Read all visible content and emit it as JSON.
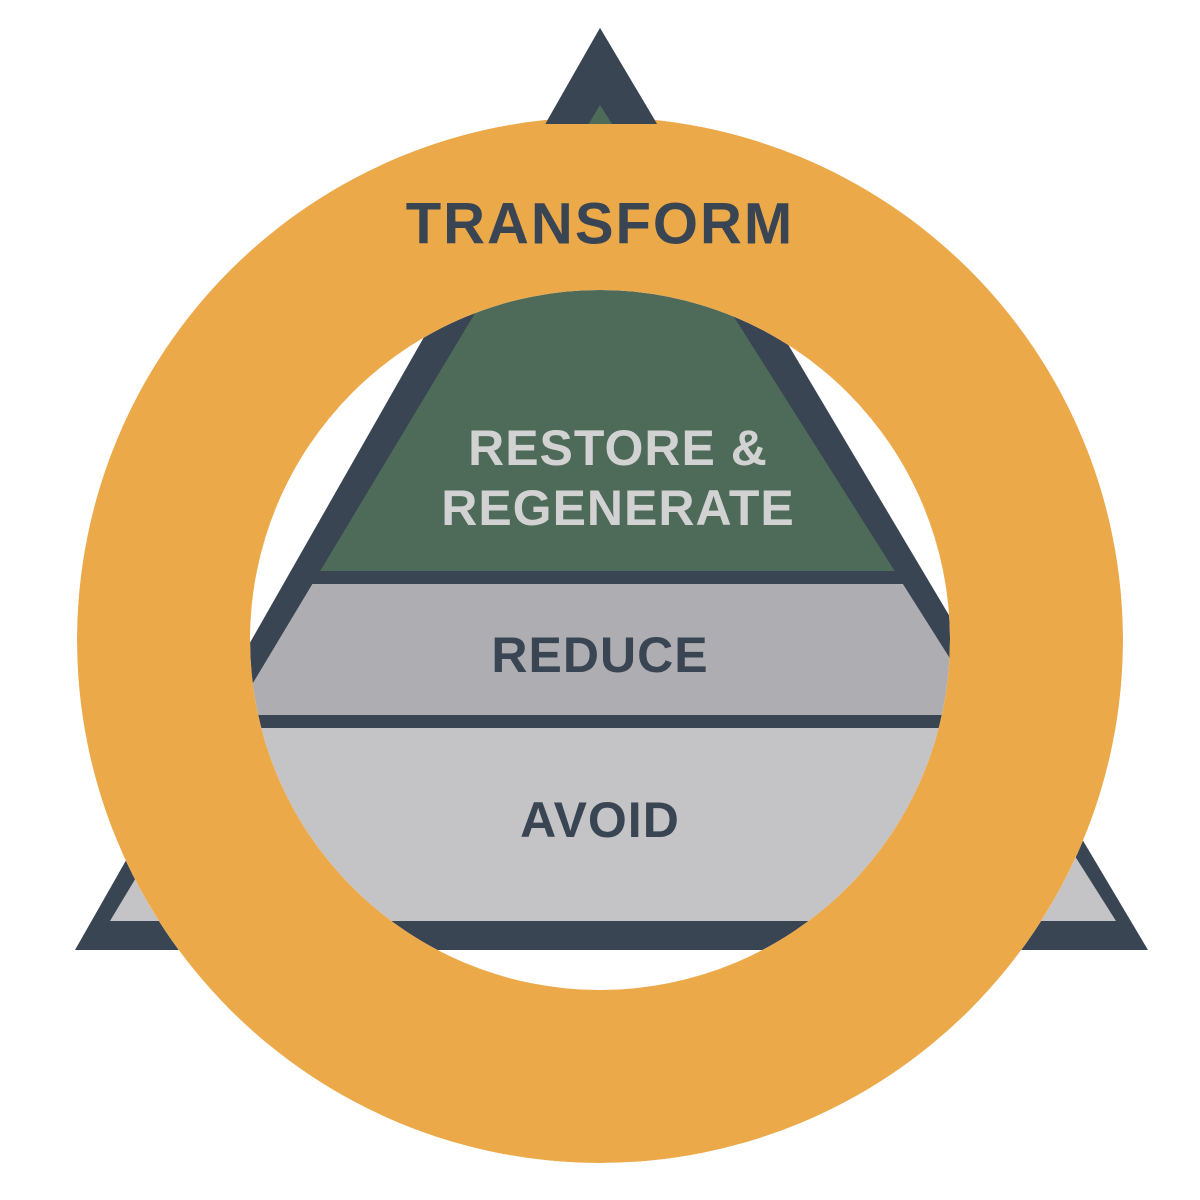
{
  "diagram": {
    "name": "sustainability-action-hierarchy-pyramid",
    "title": "Transform / Restore & Regenerate / Reduce / Avoid hierarchy",
    "colors": {
      "orange_ring": "#eca94a",
      "navy_outline": "#3a4553",
      "green_tier": "#4d6b58",
      "gray_tier_mid": "#aeaeb2",
      "gray_tier_base": "#c4c4c6",
      "label_dark": "#3a4553",
      "label_light": "#d2d2d2",
      "background": "#ffffff"
    },
    "rings": [
      {
        "name": "transform-ring",
        "label": "TRANSFORM",
        "color": "#eca94a",
        "label_color": "#3a4553"
      }
    ],
    "tiers": [
      {
        "name": "restore-regenerate-tier",
        "label_line_1": "RESTORE &",
        "label_line_2": "REGENERATE",
        "label_full": "RESTORE & REGENERATE",
        "color": "#4d6b58",
        "label_color": "#d2d2d2",
        "level": 1
      },
      {
        "name": "reduce-tier",
        "label": "REDUCE",
        "color": "#aeaeb2",
        "label_color": "#3a4553",
        "level": 2
      },
      {
        "name": "avoid-tier",
        "label": "AVOID",
        "color": "#c4c4c6",
        "label_color": "#3a4553",
        "level": 3
      }
    ]
  }
}
